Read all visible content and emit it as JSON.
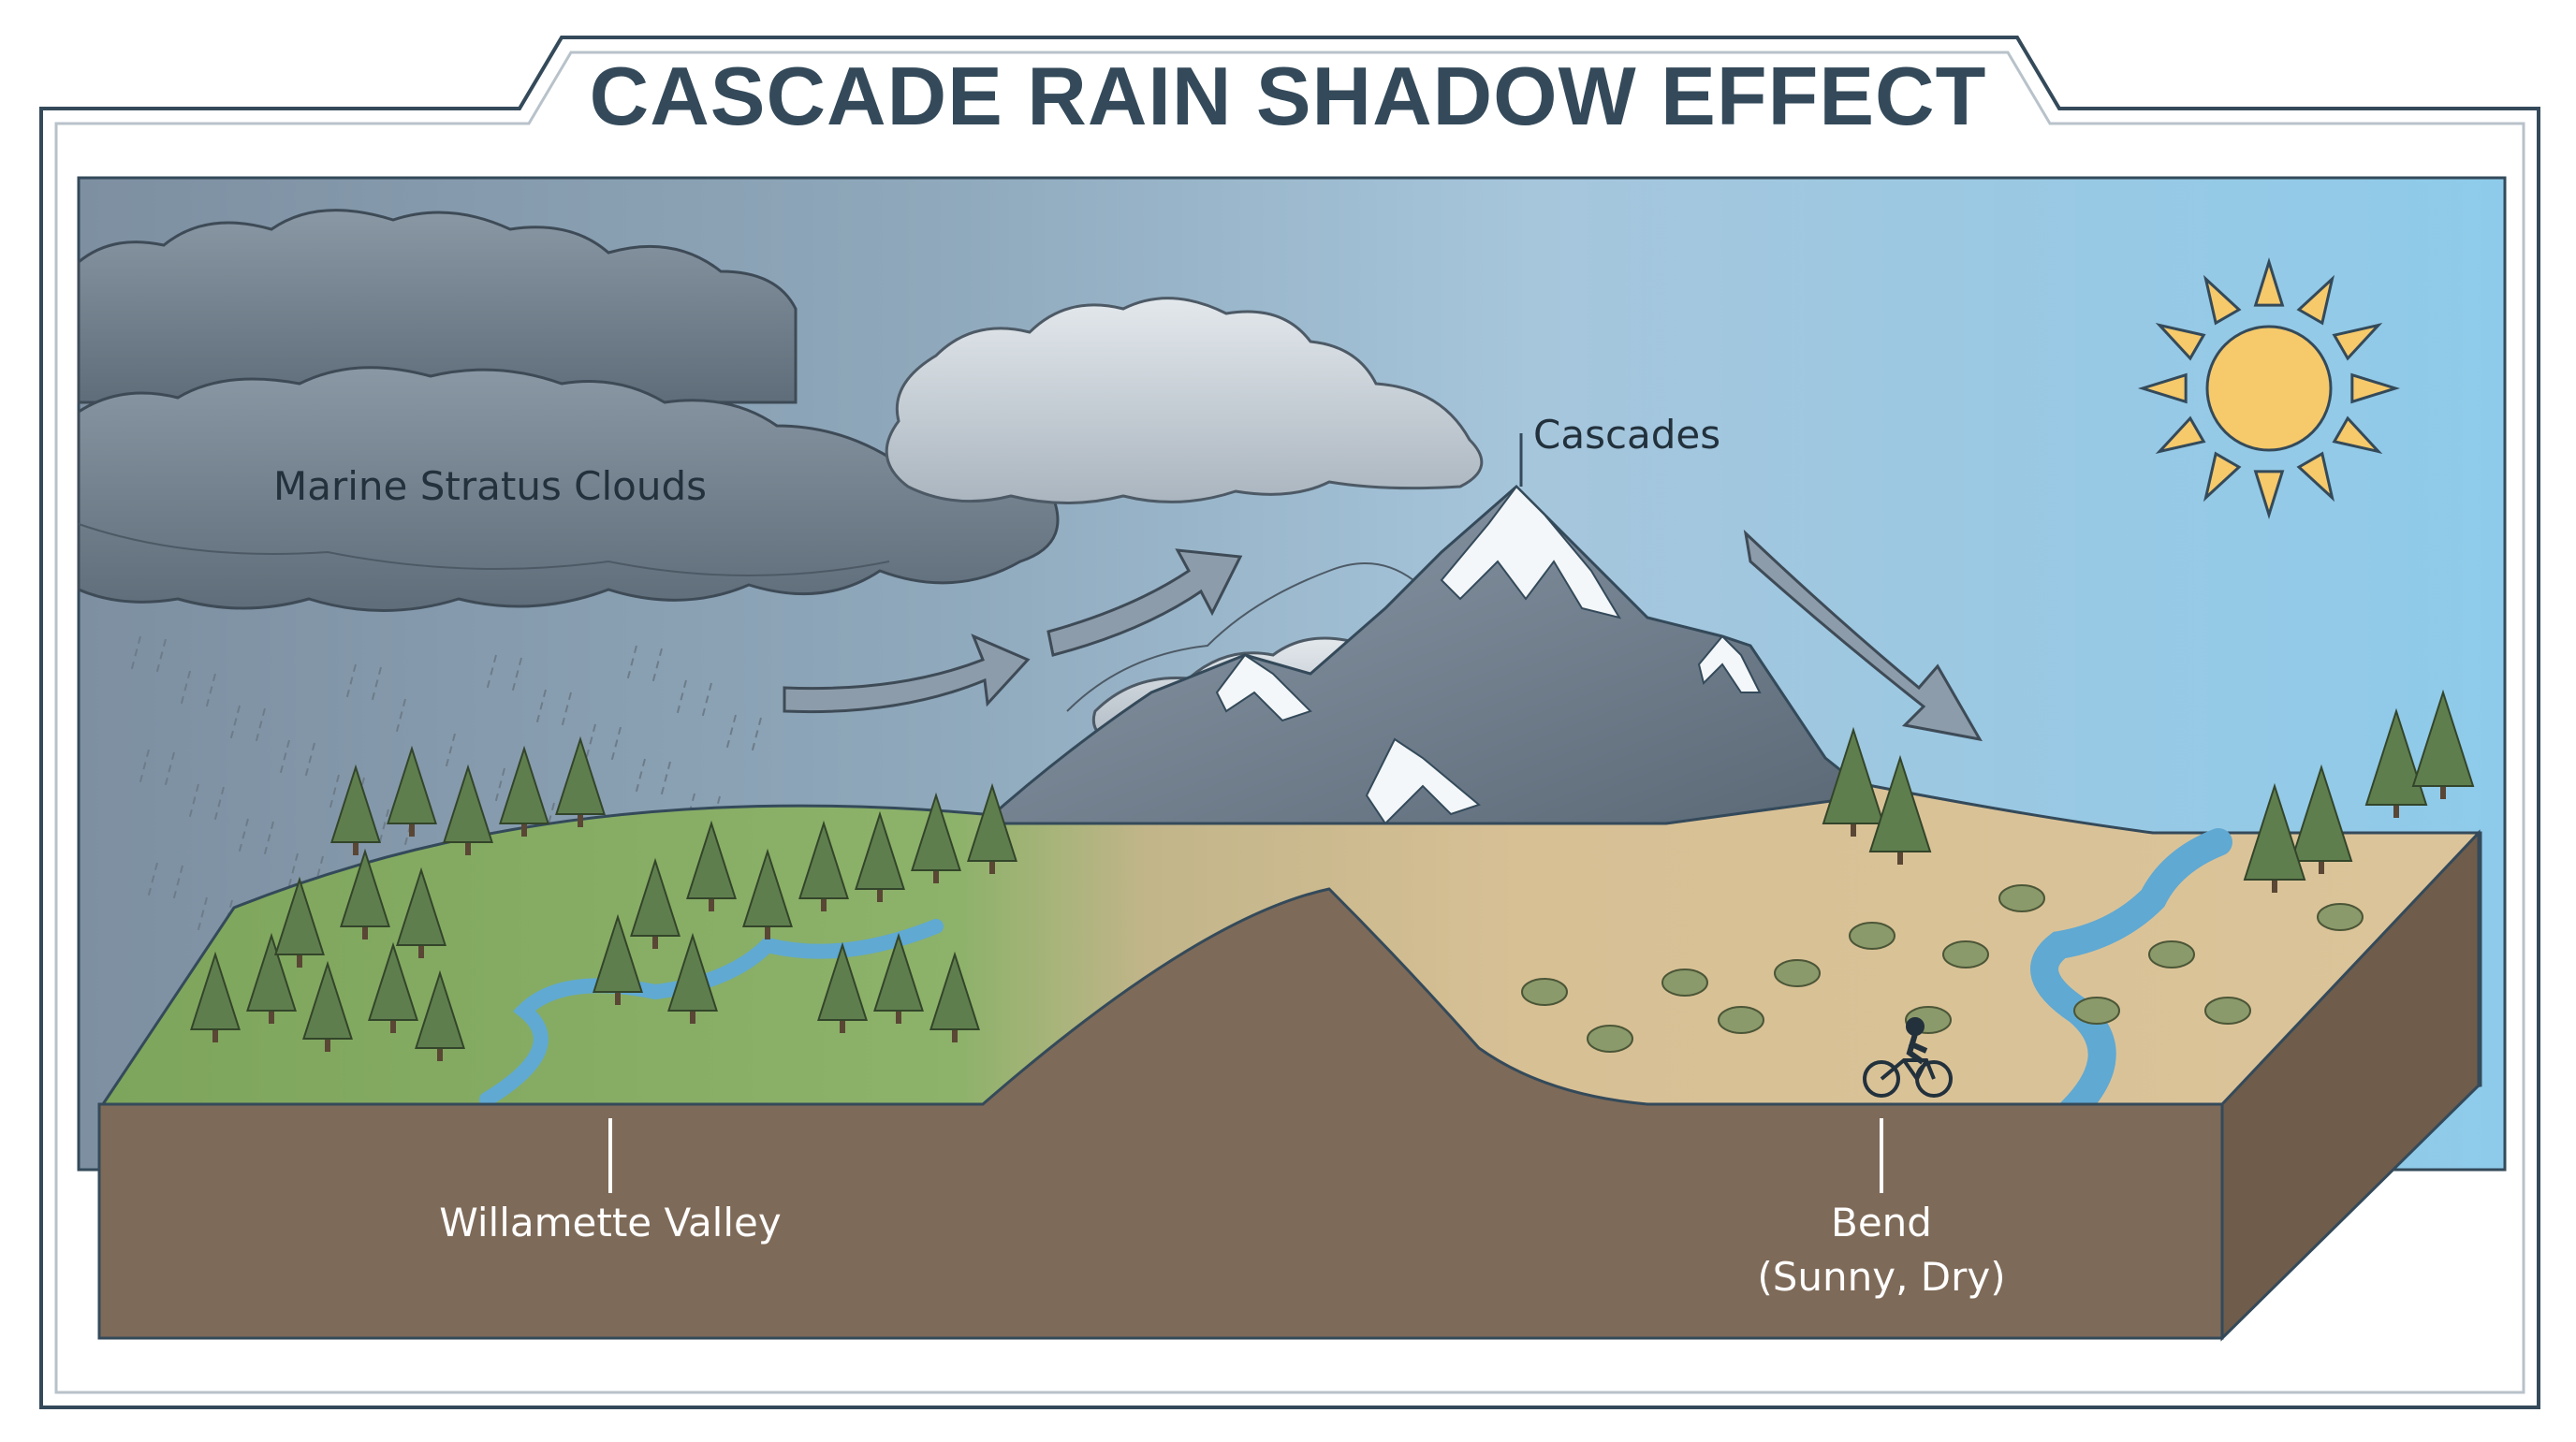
{
  "title": "CASCADE RAIN SHADOW EFFECT",
  "labels": {
    "clouds": "Marine Stratus Clouds",
    "mountains": "Cascades",
    "valley": "Willamette Valley",
    "bend_line1": "Bend",
    "bend_line2": "(Sunny, Dry)"
  },
  "colors": {
    "frame": "#344a5a",
    "sky_top": "#7f93a6",
    "sky_clear": "#8ec9e8",
    "storm_cloud": "#6b7b89",
    "light_cloud": "#c4ccd4",
    "wet_grass": "#83a861",
    "dry_ground": "#d8be93",
    "soil": "#7e6a58",
    "river": "#5fa9d3",
    "sun": "#f6c96a",
    "mountain": "#6f7d8b",
    "snow": "#f4f7f9"
  },
  "icons": [
    "sun-icon",
    "cyclist-icon",
    "wind-arrow-icon",
    "rain-icon",
    "pine-tree-icon",
    "shrub-icon"
  ]
}
